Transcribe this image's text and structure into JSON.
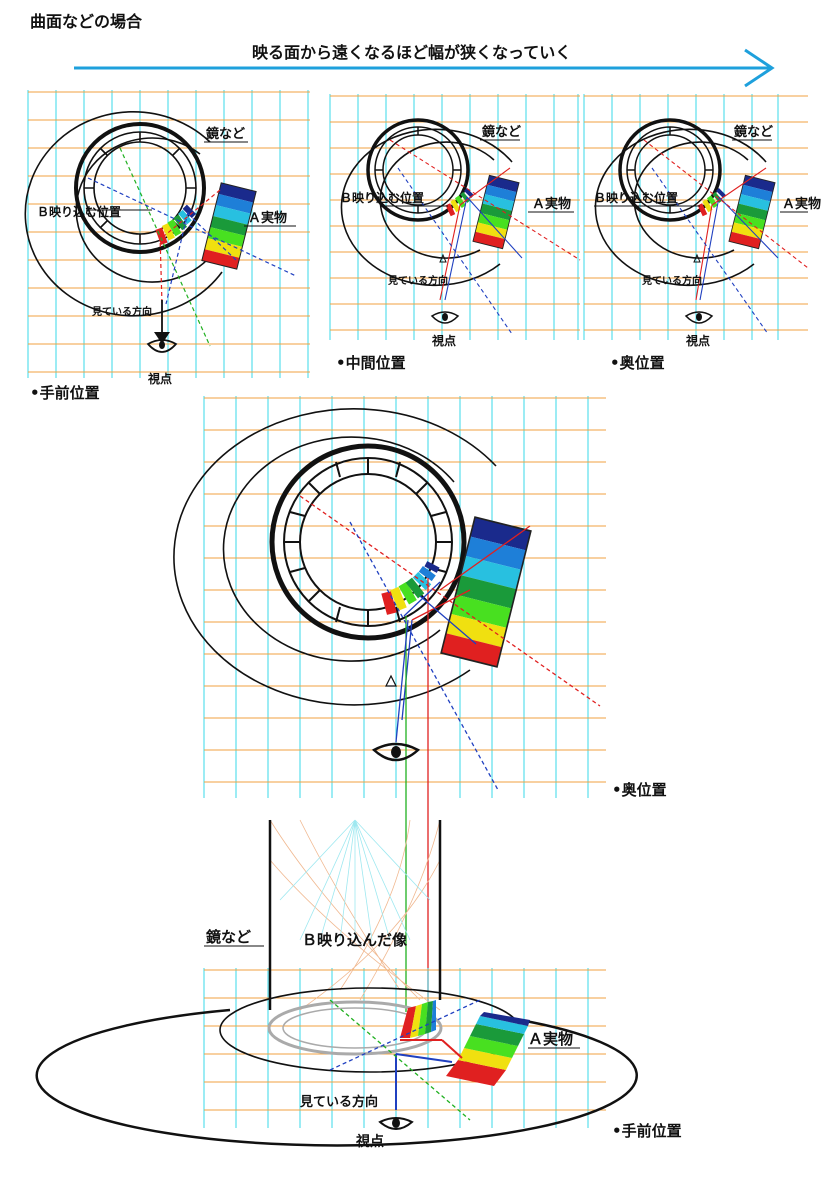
{
  "page_title": "曲面などの場合",
  "arrow_caption": "映る面から遠くなるほど幅が狭くなっていく",
  "panels": [
    {
      "mirror_label": "鏡など",
      "reflect_label": "Ｂ映り込む位置",
      "object_label": "Ａ実物",
      "viewing_label": "見ている方向",
      "eye_label": "視点",
      "caption": "•手前位置"
    },
    {
      "mirror_label": "鏡など",
      "reflect_label": "Ｂ映り込む位置",
      "object_label": "Ａ実物",
      "viewing_label": "見ている方向",
      "eye_label": "視点",
      "caption": "•中間位置"
    },
    {
      "mirror_label": "鏡など",
      "reflect_label": "Ｂ映り込む位置",
      "object_label": "Ａ実物",
      "viewing_label": "見ている方向",
      "eye_label": "視点",
      "caption": "•奥位置"
    }
  ],
  "large_top_caption": "•奥位置",
  "perspective": {
    "mirror_label": "鏡など",
    "image_label": "Ｂ映り込んだ像",
    "object_label": "Ａ実物",
    "viewing_label": "見ている方向",
    "eye_label": "視点",
    "caption": "•手前位置"
  },
  "colors": {
    "grid_cyan": "#38d8e8",
    "grid_orange": "#f0a040",
    "arrow_blue": "#1ea0dc",
    "band_colors": [
      "#1a2a8c",
      "#1e7fd8",
      "#28c0e0",
      "#1a9a3a",
      "#48e020",
      "#f0e010",
      "#e02020"
    ],
    "ray_red": "#e02020",
    "ray_blue": "#2040c0",
    "ray_green": "#20b020"
  }
}
